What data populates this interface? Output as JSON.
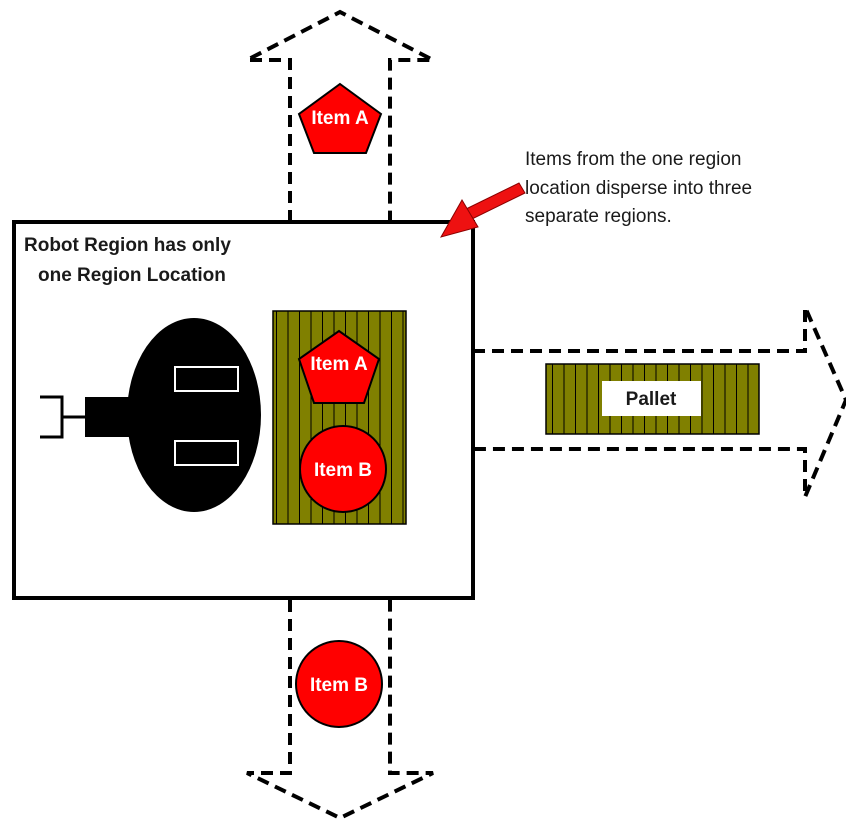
{
  "robot_region": {
    "title_line1": "Robot Region has only",
    "title_line2": "one Region Location"
  },
  "items": {
    "item_a_label": "Item A",
    "item_b_label": "Item B"
  },
  "pallet": {
    "label": "Pallet"
  },
  "annotation": {
    "line1": "Items from the one region",
    "line2": "location disperse into three",
    "line3": "separate regions."
  },
  "colors": {
    "item_fill": "#ff0000",
    "pallet_fill": "#808000",
    "outline": "#000000",
    "arrow_red": "#ee1111"
  }
}
